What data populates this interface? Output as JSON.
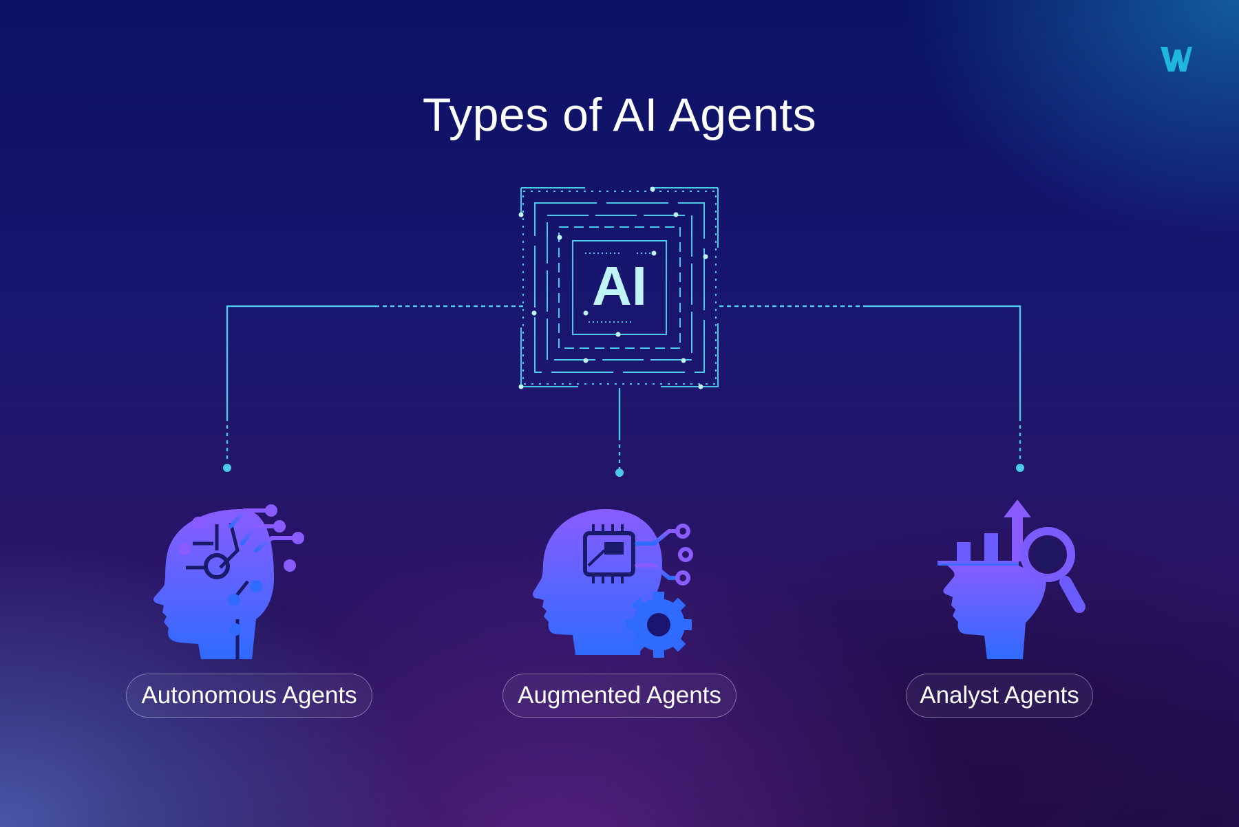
{
  "title": "Types of AI Agents",
  "logo": {
    "icon": "w-logo-icon",
    "text": "W",
    "color": "#1fb6e0"
  },
  "hub": {
    "label": "AI",
    "icon": "ai-chip-icon"
  },
  "colors": {
    "connector": "#4cc9e8",
    "icon_gradient_top": "#8a5cff",
    "icon_gradient_bottom": "#2f6bff",
    "chip_text": "#bff5f7"
  },
  "agents": [
    {
      "label": "Autonomous Agents",
      "icon": "circuit-head-icon"
    },
    {
      "label": "Augmented Agents",
      "icon": "chip-gear-head-icon"
    },
    {
      "label": "Analyst Agents",
      "icon": "analytics-head-icon"
    }
  ]
}
